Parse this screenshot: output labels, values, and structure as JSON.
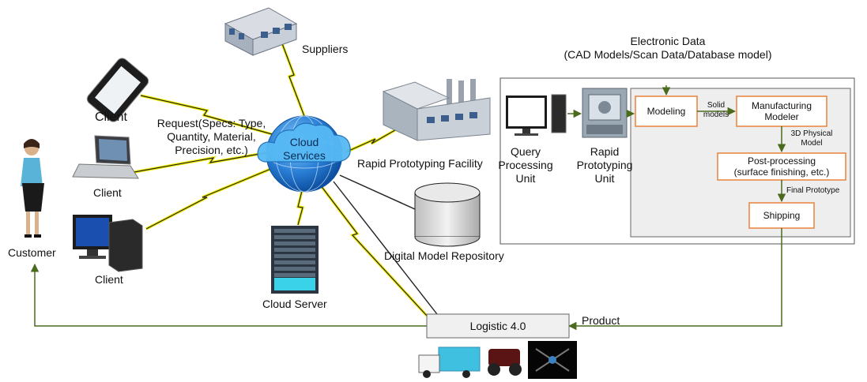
{
  "cloud": {
    "line1": "Cloud",
    "line2": "Services"
  },
  "nodes": {
    "suppliers": "Suppliers",
    "client_top": "Client",
    "client_mid": "Client",
    "client_bottom": "Client",
    "customer": "Customer",
    "cloud_server": "Cloud Server",
    "rapid_facility": "Rapid Prototyping Facility",
    "repository": "Digital Model Repository",
    "logistic": "Logistic 4.0",
    "product": "Product"
  },
  "request": [
    "Request(Specs: Type,",
    "Quantity, Material,",
    "Precision, etc.)"
  ],
  "electronic_data": [
    "Electronic Data",
    "(CAD Models/Scan Data/Database model)"
  ],
  "units": {
    "query": [
      "Query",
      "Processing",
      "Unit"
    ],
    "rapid": [
      "Rapid",
      "Prototyping",
      "Unit"
    ]
  },
  "process": {
    "modeling": "Modeling",
    "manufacturing": [
      "Manufacturing",
      "Modeler"
    ],
    "post": [
      "Post-processing",
      "(surface finishing, etc.)"
    ],
    "shipping": "Shipping",
    "edge_solid": [
      "Solid",
      "models"
    ],
    "edge_3d": [
      "3D Physical",
      "Model"
    ],
    "edge_final": "Final Prototype"
  },
  "colors": {
    "arrow": "#4a6b1e",
    "process_border": "#e8823a",
    "lightning": "#f2ee00",
    "globe": "#2a72c8"
  }
}
